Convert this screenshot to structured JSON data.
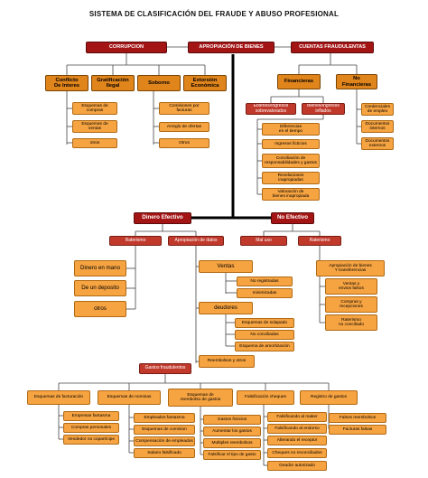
{
  "title": "SISTEMA DE CLASIFICACIÓN  DEL FRAUDE Y ABUSO  PROFESIONAL",
  "root": {
    "corrupcion": "CORRUPCION",
    "apropiacion": "APROPIACIÓN DE BIENES",
    "cuentas": "CUENTAS FRAUDULENTAS"
  },
  "corrupcion": {
    "conflicto": "Conflicto\nDe Interes",
    "gratificacion": "Gratificación\nIlegal",
    "soborno": "Soborno",
    "extorsion": "Extorsión\nEconómica",
    "conflicto_items": [
      "Esquemas de\ncompras",
      "Esquemas de\nventas",
      "otros"
    ],
    "soborno_items": [
      "Comisiones por\nfacturas",
      "Arreglo de ofertas",
      "Otros"
    ]
  },
  "cuentas": {
    "financieras": "Financieras",
    "no_financieras": "No\nFinancieras",
    "sub_left": "Ebienes/Ingresos\nsobrevalorados",
    "sub_right": "Bienes/Ingresos\ninflados",
    "fin_items": [
      "Diferencias\nen el tiempo",
      "Ingresos ficticios",
      "Conciliación de\nresponsabilidades y gastos",
      "Revelaciones\ninapropiadas",
      "Valoración de\nbienes inapropiada"
    ],
    "nofin_items": [
      "Credenciales\nde empleo",
      "Documentos\ninternos",
      "Documentos\nexternos"
    ]
  },
  "apropiacion": {
    "dinero": "Dinero Efectivo",
    "no_efectivo": "No Efectivo",
    "raterismo": "Raterismo",
    "apropiacion_datos": "Apropiación de datos",
    "mal_uso": "Mal uso",
    "raterismo2": "Raterismo",
    "raterismo_items": [
      "Dinero en mano",
      "De un deposito",
      "otros"
    ],
    "ventas": "Ventas",
    "ventas_items": [
      "No registradas",
      "minimizadas"
    ],
    "deudores": "deudores",
    "deudores_items": [
      "Esquemas de solapado",
      "No conciliadas",
      "Esquema de amortización"
    ],
    "reembolsos": "Reembolsos y otros",
    "noef_items": [
      "Apropiación de bienes\nY transferencias",
      "Ventas y\nenvios falsos",
      "Compras y\nrecepciones",
      "Raterismo\nno conciliado"
    ],
    "gastos": "Gastos fraudulentos"
  },
  "gastos": {
    "categories": [
      "Esquemas de facturación",
      "Esquemas de nominas",
      "Esquemas de\nreembolso de gastos",
      "Falsificación cheques",
      "Registro de gastos"
    ],
    "facturacion_items": [
      "Empresas fantasma",
      "Compras personales",
      "Vendedor no copartícipe"
    ],
    "nominas_items": [
      "Empleados fantasma",
      "Esquemas de comision",
      "Compensación de empleados",
      "Salario falsificado"
    ],
    "reembolso_items": [
      "Gastos ficticios",
      "Aumentar los gastos",
      "Multiples reembolsos",
      "Falsificar el tipo de gasto"
    ],
    "cheques_items": [
      "Falsificando al maker",
      "Falsificando al endorso",
      "Alterando el receptor",
      "Cheques no reconciliados",
      "Geador autorizado"
    ],
    "registro_items": [
      "Falsos reembolsos",
      "Facturas falsas"
    ]
  }
}
